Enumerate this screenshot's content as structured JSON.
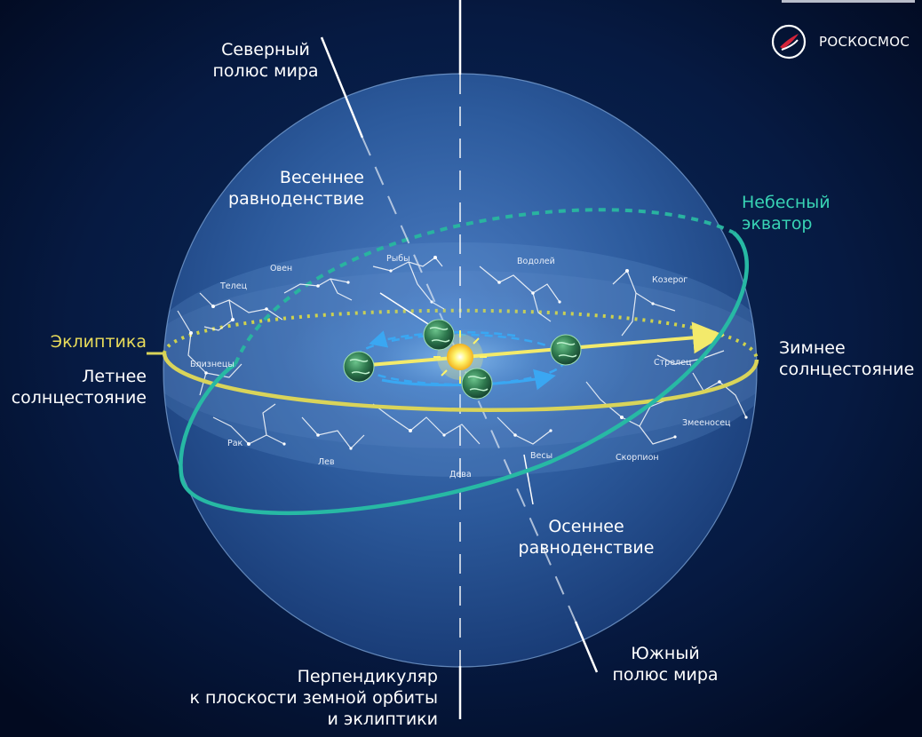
{
  "labels": {
    "north_pole": [
      "Северный",
      "полюс мира"
    ],
    "vernal_equinox": [
      "Весеннее",
      "равноденствие"
    ],
    "celestial_equator": [
      "Небесный",
      "экватор"
    ],
    "ecliptic": "Эклиптика",
    "summer_solstice": [
      "Летнее",
      "солнцестояние"
    ],
    "winter_solstice": [
      "Зимнее",
      "солнцестояние"
    ],
    "autumn_equinox": [
      "Осеннее",
      "равноденствие"
    ],
    "south_pole": [
      "Южный",
      "полюс мира"
    ],
    "perpendicular": [
      "Перпендикуляр",
      "к плоскости земной орбиты",
      "и эклиптики"
    ]
  },
  "constellations": {
    "ovin": "Овен",
    "telets": "Телец",
    "ryby": "Рыбы",
    "vodoley": "Водолей",
    "kozerog": "Козерог",
    "bliznetsy": "Близнецы",
    "strelets": "Стрелец",
    "zmeenosets": "Змееносец",
    "rak": "Рак",
    "lev": "Лев",
    "deva": "Дева",
    "vesy": "Весы",
    "skorpion": "Скорпион"
  },
  "brand": {
    "name": "РОСКОСМОС",
    "icon": "roscosmos-logo-icon"
  },
  "colors": {
    "background": "#020d26",
    "sphere": "#2d5a9e",
    "ecliptic": "#d9d45a",
    "equator": "#27b9a4",
    "orbit": "#3aa7f2",
    "sun": "#fff36a",
    "earth": "#2f7a4f"
  }
}
